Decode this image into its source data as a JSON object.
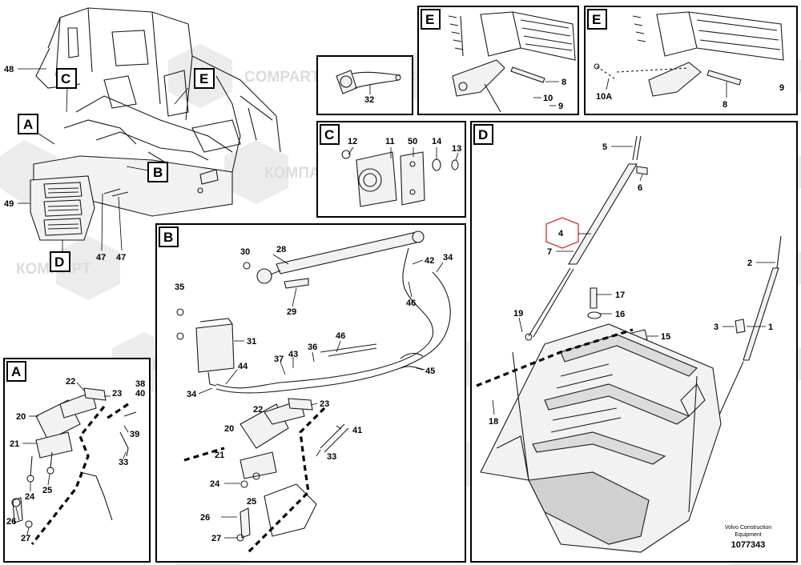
{
  "watermark": {
    "text": "КОМПАРТ",
    "text_latin": "COMPART"
  },
  "panels": {
    "overview": {
      "callouts": [
        "48",
        "49",
        "47",
        "47"
      ],
      "view_letters": [
        "A",
        "B",
        "C",
        "D",
        "E"
      ]
    },
    "detail_32": {
      "callouts": [
        "32"
      ]
    },
    "e_left": {
      "letter": "E",
      "callouts": [
        "8",
        "10",
        "9"
      ]
    },
    "e_right": {
      "letter": "E",
      "callouts": [
        "10A",
        "8",
        "9"
      ]
    },
    "c": {
      "letter": "C",
      "callouts": [
        "12",
        "11",
        "50",
        "14",
        "13"
      ]
    },
    "d": {
      "letter": "D",
      "callouts": [
        "5",
        "6",
        "4",
        "7",
        "2",
        "17",
        "16",
        "19",
        "3",
        "1",
        "15",
        "18"
      ],
      "hex_callout": "4"
    },
    "b": {
      "letter": "B",
      "callouts": [
        "30",
        "28",
        "42",
        "34",
        "35",
        "29",
        "46",
        "31",
        "46",
        "37",
        "43",
        "36",
        "44",
        "45",
        "34",
        "23",
        "22",
        "20",
        "41",
        "21",
        "33",
        "24",
        "25",
        "26",
        "27"
      ]
    },
    "a": {
      "letter": "A",
      "callouts": [
        "22",
        "38",
        "40",
        "23",
        "20",
        "39",
        "21",
        "33",
        "24",
        "25",
        "26",
        "27"
      ]
    }
  },
  "footer": {
    "line1": "Volvo Construction",
    "line2": "Equipment",
    "doc_number": "1077343"
  }
}
